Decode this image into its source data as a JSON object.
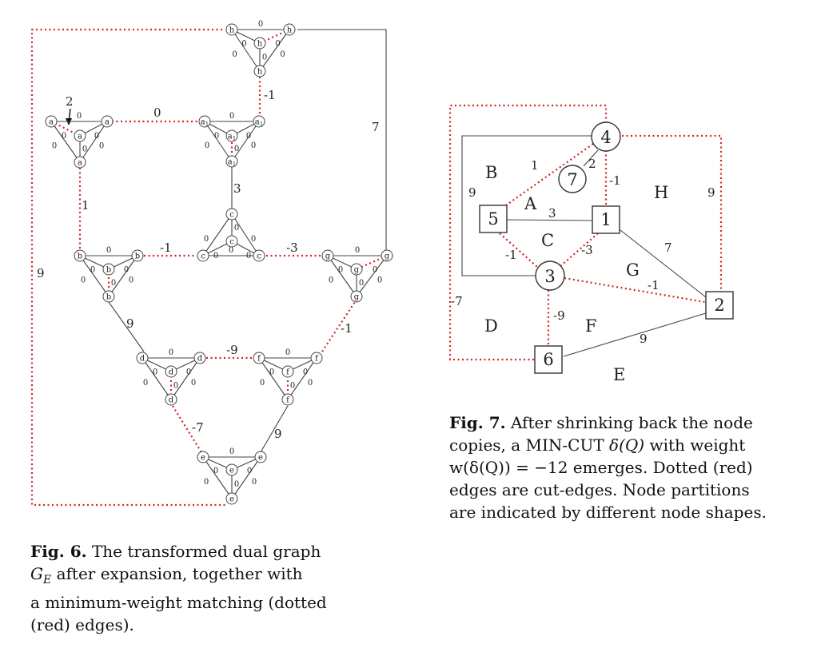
{
  "fig6": {
    "caption_label": "Fig. 6.",
    "caption_text": "The transformed dual graph G_E after expansion, together with a minimum-weight matching (dotted (red) edges).",
    "caption_lines": [
      "The transformed dual graph",
      "G",
      "E",
      "after expansion, together with",
      "a minimum-weight matching (dotted",
      "(red) edges)."
    ],
    "edge_weights": {
      "h_a1": "-1",
      "a_a1": "0",
      "a1_c": "3",
      "a_b": "1",
      "b_c": "-1",
      "c_g": "-3",
      "h_g": "7",
      "h_e": "9",
      "b_d": "9",
      "d_f": "-9",
      "f_g": "-1",
      "d_e": "-7",
      "f_e": "9",
      "arrow": "2"
    },
    "node_labels": {
      "h": "h",
      "a": "a",
      "a1": "a",
      "a1_sub": "1",
      "c": "c",
      "b": "b",
      "g": "g",
      "d": "d",
      "f": "f",
      "e": "e"
    },
    "inner_weight": "0"
  },
  "fig7": {
    "caption_label": "Fig. 7.",
    "caption_lines": [
      "After shrinking back the node",
      "copies, a",
      "MIN-CUT",
      "δ(Q)",
      "with weight",
      "w(δ(Q)) = −12 emerges. Dotted (red)",
      "edges are cut-edges. Node partitions",
      "are indicated by different node shapes."
    ],
    "nodes": {
      "n4": "4",
      "n7": "7",
      "n5": "5",
      "n1": "1",
      "n3": "3",
      "n2": "2",
      "n6": "6"
    },
    "faces": {
      "A": "A",
      "B": "B",
      "C": "C",
      "D": "D",
      "E": "E",
      "F": "F",
      "G": "G",
      "H": "H"
    },
    "edge_weights": {
      "w4_7": "2",
      "w4_5": "1",
      "w4_1": "-1",
      "w4_2": "9",
      "w4_6": "-7",
      "w5_3outer": "9",
      "w5_1": "3",
      "w5_3": "-1",
      "w1_3": "-3",
      "w1_2": "7",
      "w3_2": "-1",
      "w3_6": "-9",
      "w6_2": "9"
    }
  }
}
